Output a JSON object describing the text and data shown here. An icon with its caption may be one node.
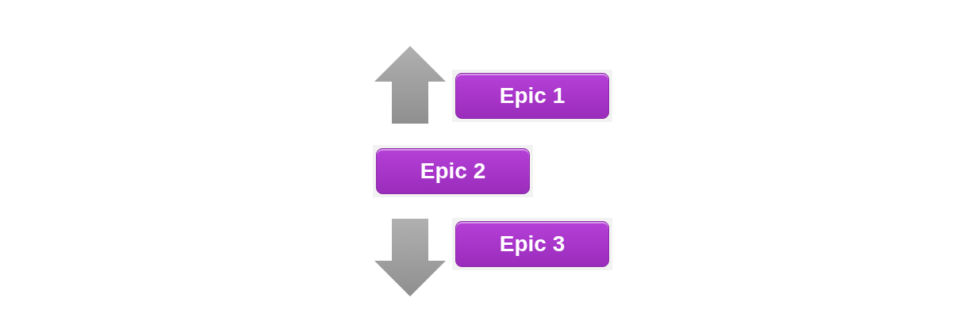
{
  "diagram": {
    "nodes": [
      {
        "text": [
          "Epic 1"
        ]
      },
      {
        "text": [
          "Epic 2"
        ]
      },
      {
        "text": [
          "Epic 3"
        ]
      }
    ]
  }
}
